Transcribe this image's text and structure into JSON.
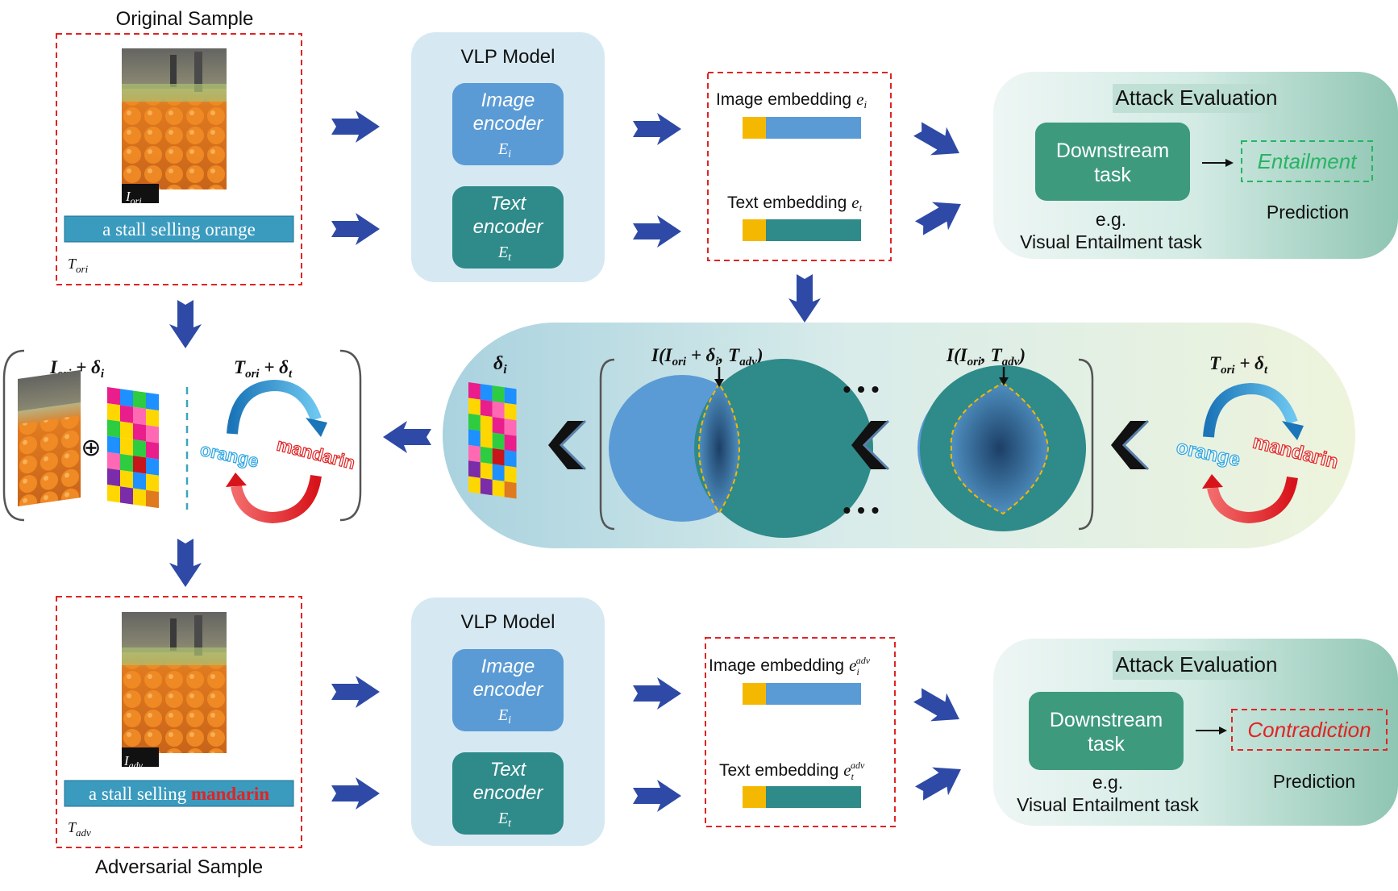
{
  "top_sample": {
    "title": "Original Sample",
    "image_label_main": "I",
    "image_label_sub": "ori",
    "caption": "a stall selling orange",
    "text_label_main": "T",
    "text_label_sub": "ori"
  },
  "bottom_sample": {
    "title": "Adversarial Sample",
    "image_label_main": "I",
    "image_label_sub": "adv",
    "caption_prefix": "a stall selling ",
    "caption_word": "mandarin",
    "text_label_main": "T",
    "text_label_sub": "adv"
  },
  "vlp_top": {
    "title": "VLP Model",
    "image_encoder": {
      "line1": "Image",
      "line2": "encoder",
      "sym_main": "E",
      "sym_sub": "i"
    },
    "text_encoder": {
      "line1": "Text",
      "line2": "encoder",
      "sym_main": "E",
      "sym_sub": "t"
    }
  },
  "vlp_bottom": {
    "title": "VLP Model",
    "image_encoder": {
      "line1": "Image",
      "line2": "encoder",
      "sym_main": "E",
      "sym_sub": "i"
    },
    "text_encoder": {
      "line1": "Text",
      "line2": "encoder",
      "sym_main": "E",
      "sym_sub": "t"
    }
  },
  "embed_top": {
    "image_label": "Image embedding",
    "image_sym_main": "e",
    "image_sym_sub": "i",
    "text_label": "Text embedding",
    "text_sym_main": "e",
    "text_sym_sub": "t"
  },
  "embed_bottom": {
    "image_label": "Image embedding",
    "image_sym_main": "e",
    "image_sym_sub": "i",
    "image_sym_sup": "adv",
    "text_label": "Text embedding",
    "text_sym_main": "e",
    "text_sym_sub": "t",
    "text_sym_sup": "adv"
  },
  "eval_top": {
    "title": "Attack Evaluation",
    "task_line1": "Downstream",
    "task_line2": "task",
    "eg": "e.g.",
    "eg_task": "Visual Entailment task",
    "prediction_value": "Entailment",
    "prediction_label": "Prediction"
  },
  "eval_bottom": {
    "title": "Attack Evaluation",
    "task_line1": "Downstream",
    "task_line2": "task",
    "eg": "e.g.",
    "eg_task": "Visual Entailment task",
    "prediction_value": "Contradiction",
    "prediction_label": "Prediction"
  },
  "perturb_left": {
    "img_label_main": "I",
    "img_label_sub": "ori",
    "img_label_rest": " + δ",
    "img_label_rest_sub": "i",
    "txt_label_main": "T",
    "txt_label_sub": "ori",
    "txt_label_rest": " + δ",
    "txt_label_rest_sub": "t",
    "oplus": "⊕",
    "word_from": "orange",
    "word_to": "mandarin"
  },
  "pipeline": {
    "delta_main": "δ",
    "delta_sub": "i",
    "mi1_prefix": "I(I",
    "mi1_sub1": "ori",
    "mi1_mid": " + δ",
    "mi1_sub2": "i",
    "mi1_mid2": ", T",
    "mi1_sub3": "adv",
    "mi1_end": ")",
    "mi2_prefix": "I(I",
    "mi2_sub1": "ori",
    "mi2_mid": ", T",
    "mi2_sub2": "adv",
    "mi2_end": ")",
    "dots": "• • •",
    "txt_label_main": "T",
    "txt_label_sub": "ori",
    "txt_label_rest": " + δ",
    "txt_label_rest_sub": "t",
    "word_from": "orange",
    "word_to": "mandarin"
  },
  "colors": {
    "arrow": "#2e4aa6",
    "red_dash": "#e02424",
    "image_blue": "#5b9bd5",
    "text_teal": "#2f8a8a",
    "caption_bar": "#3a9bbf",
    "downstream": "#3e9a7d",
    "entailment": "#28b463",
    "contradiction": "#e02424",
    "embed_yellow": "#f5b800"
  }
}
